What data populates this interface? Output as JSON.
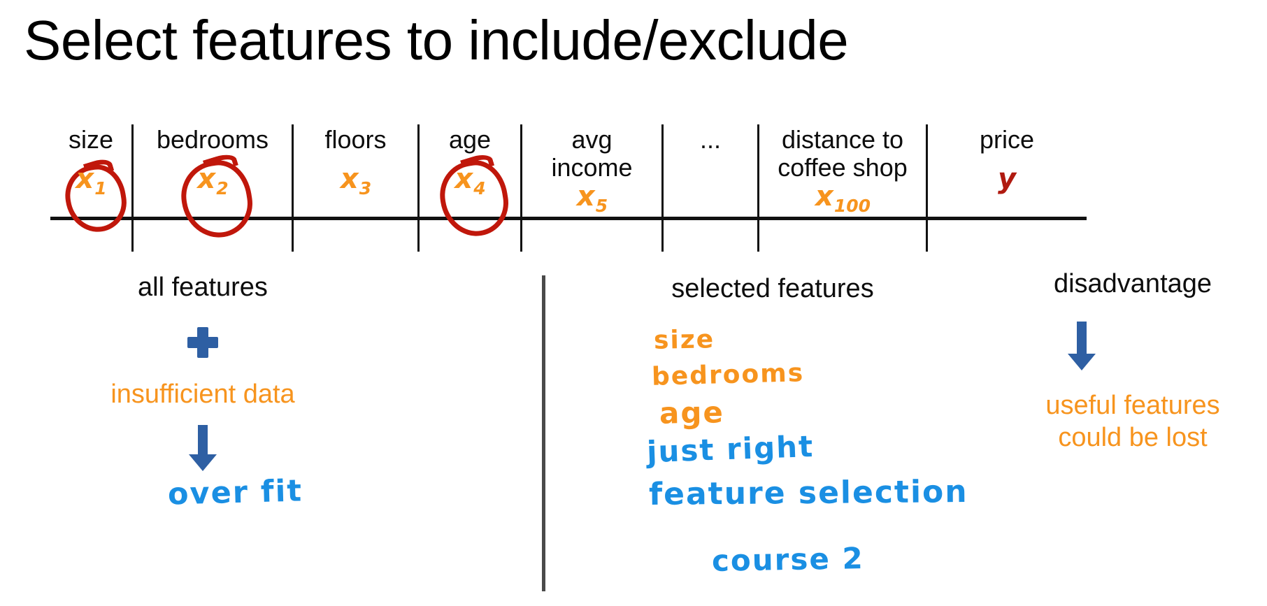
{
  "slide": {
    "title": "Select features to include/exclude",
    "background_color": "#FFFFFF"
  },
  "colors": {
    "orange": "#F7941E",
    "blue_arrow": "#2E5FA3",
    "blue_hand": "#1A8FE3",
    "red_circle": "#C0170B",
    "dark_red": "#B01A10",
    "black": "#0D0D0D",
    "divider_gray": "#4A4A4A"
  },
  "feature_table": {
    "columns": [
      {
        "label": "size",
        "variable": "x",
        "subscript": "1",
        "circled": true,
        "is_target": false
      },
      {
        "label": "bedrooms",
        "variable": "x",
        "subscript": "2",
        "circled": true,
        "is_target": false
      },
      {
        "label": "floors",
        "variable": "x",
        "subscript": "3",
        "circled": false,
        "is_target": false
      },
      {
        "label": "age",
        "variable": "x",
        "subscript": "4",
        "circled": true,
        "is_target": false
      },
      {
        "label": "avg income",
        "variable": "x",
        "subscript": "5",
        "circled": false,
        "is_target": false
      },
      {
        "label": "...",
        "variable": "",
        "subscript": "",
        "circled": false,
        "is_target": false
      },
      {
        "label": "distance to coffee shop",
        "variable": "x",
        "subscript": "100",
        "circled": false,
        "is_target": false
      },
      {
        "label": "price",
        "variable": "y",
        "subscript": "",
        "circled": false,
        "is_target": true
      }
    ]
  },
  "left_panel": {
    "heading": "all features",
    "operator": "+",
    "operand": "insufficient data",
    "arrow": "down-arrow",
    "result": "over fit"
  },
  "middle_panel": {
    "heading": "selected features",
    "items": [
      "size",
      "bedrooms",
      "age"
    ],
    "verdict": "just right",
    "technique": "feature selection",
    "course": "course 2"
  },
  "right_panel": {
    "heading": "disadvantage",
    "arrow": "down-arrow",
    "consequence_line1": "useful features",
    "consequence_line2": "could be lost"
  }
}
